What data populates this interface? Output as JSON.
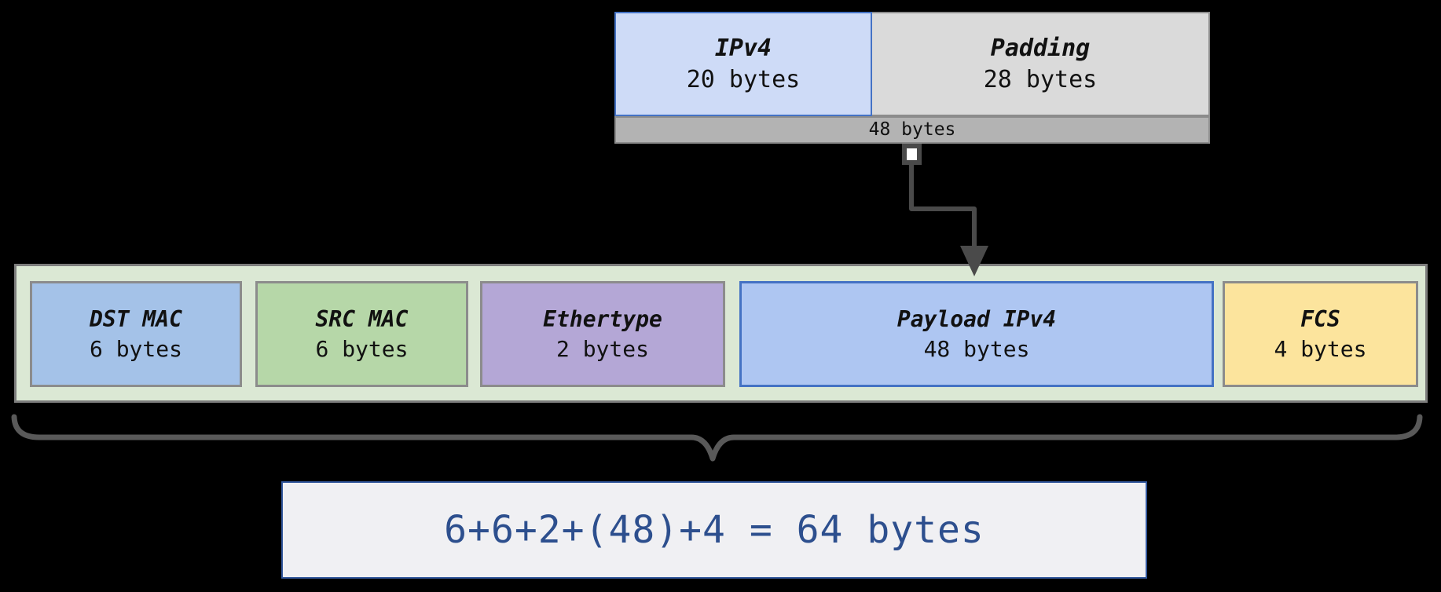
{
  "canvas": {
    "background": "#000000"
  },
  "ip_packet": {
    "segments": [
      {
        "label": "IPv4",
        "size": "20 bytes",
        "fill": "#cedbf7",
        "border": "#4472c4"
      },
      {
        "label": "Padding",
        "size": "28 bytes",
        "fill": "#dadada",
        "border": "#8c8c8c"
      }
    ],
    "total": {
      "label": "48 bytes",
      "fill": "#b3b3b3",
      "border": "#8c8c8c"
    }
  },
  "ethernet_frame": {
    "fill": "#dbe8d4",
    "border": "#7d7d7d",
    "fields": [
      {
        "label": "DST MAC",
        "size": "6 bytes",
        "fill": "#a4c2e8",
        "border": "#8c8c8c"
      },
      {
        "label": "SRC MAC",
        "size": "6 bytes",
        "fill": "#b6d7a8",
        "border": "#8c8c8c"
      },
      {
        "label": "Ethertype",
        "size": "2 bytes",
        "fill": "#b4a7d6",
        "border": "#8c8c8c"
      },
      {
        "label": "Payload IPv4",
        "size": "48 bytes",
        "fill": "#aec6f2",
        "border": "#4472c4"
      },
      {
        "label": "FCS",
        "size": "4 bytes",
        "fill": "#fce49d",
        "border": "#8c8c8c"
      }
    ]
  },
  "connector": {
    "color": "#4a4a4a",
    "handle_fill": "#ffffff"
  },
  "brace": {
    "color": "#595959"
  },
  "formula": {
    "text": "6+6+2+(48)+4 = 64 bytes",
    "fill": "#f0f0f3",
    "border": "#33589d",
    "text_color": "#2d4f8e"
  }
}
